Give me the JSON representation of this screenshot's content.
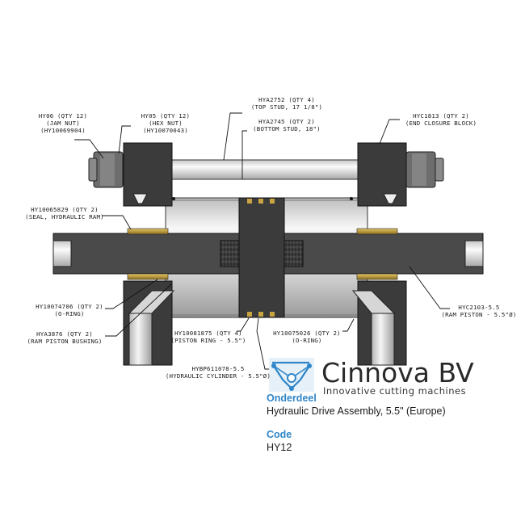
{
  "callouts": {
    "hy06": {
      "l1": "HY06 (QTY 12)",
      "l2": "(JAM NUT)",
      "l3": "(HY10069904)"
    },
    "hy05": {
      "l1": "HY05 (QTY 12)",
      "l2": "(HEX NUT)",
      "l3": "(HY10070043)"
    },
    "hya2752": {
      "l1": "HYA2752 (QTY 4)",
      "l2": "(TOP STUD, 17 1/8\")"
    },
    "hya2745": {
      "l1": "HYA2745 (QTY 2)",
      "l2": "(BOTTOM STUD, 18\")"
    },
    "hyc1813": {
      "l1": "HYC1813 (QTY 2)",
      "l2": "(END CLOSURE BLOCK)"
    },
    "hy10065829": {
      "l1": "HY10065829 (QTY 2)",
      "l2": "(SEAL, HYDRAULIC RAM)"
    },
    "hy10074706": {
      "l1": "HY10074706 (QTY 2)",
      "l2": "(O-RING)"
    },
    "hya3876": {
      "l1": "HYA3876 (QTY 2)",
      "l2": "(RAM PISTON BUSHING)"
    },
    "hy10081875": {
      "l1": "HY10081875 (QTY 4)",
      "l2": "(PISTON RING - 5.5\")"
    },
    "hy10075026": {
      "l1": "HY10075026 (QTY 2)",
      "l2": "(O-RING)"
    },
    "hyc2103": {
      "l1": "HYC2103-5.5",
      "l2": "(RAM PISTON - 5.5\"Ø)"
    },
    "hybp": {
      "l1": "HYBP611078-5.5",
      "l2": "(HYDRAULIC CYLINDER - 5.5\"Ø)"
    }
  },
  "brand": {
    "name": "Cinnova BV",
    "tagline": "Innovative cutting machines"
  },
  "info": {
    "part_heading": "Onderdeel",
    "part_value": "Hydraulic Drive Assembly, 5.5\" (Europe)",
    "code_heading": "Code",
    "code_value": "HY12"
  },
  "colors": {
    "block": "#3b3b3b",
    "steel_light": "#e8e8e8",
    "brass": "#c9a441",
    "brand_blue": "#2f86c8"
  }
}
